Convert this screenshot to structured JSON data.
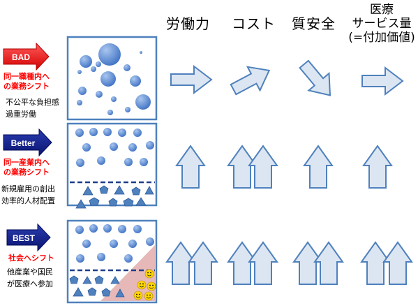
{
  "columns": {
    "labor": "労働力",
    "cost": "コスト",
    "safety": "質安全",
    "service_line1": "医療",
    "service_line2": "サービス量",
    "service_line3": "(=付加価値)"
  },
  "rows": [
    {
      "badge": "BAD",
      "badge_color": "#ff0000",
      "tag_line1": "同一職種内へ",
      "tag_line2": "の業務シフト",
      "desc_line1": "不公平な負担感",
      "desc_line2": "過重労働"
    },
    {
      "badge": "Better",
      "badge_color": "#0a1a8a",
      "tag_line1": "同一産業内へ",
      "tag_line2": "の業務シフト",
      "desc_line1": "新規雇用の創出",
      "desc_line2": "効率的人材配置"
    },
    {
      "badge": "BEST",
      "badge_color": "#0a1a8a",
      "tag_line1": "社会へシフト",
      "desc_line1": "他産業や国民",
      "desc_line2": "が医療へ参加"
    }
  ],
  "colors": {
    "arrow_fill": "#dce6f2",
    "arrow_stroke": "#4f81bd",
    "box_border": "#4f81bd",
    "shape_fill": "#5b8fd4",
    "smiley_fill": "#ffd700",
    "corner_fill": "#e6b9b8"
  }
}
